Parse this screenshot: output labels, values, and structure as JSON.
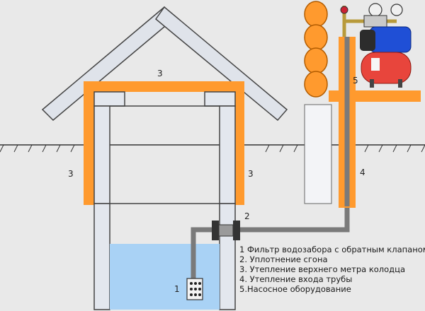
{
  "callouts": {
    "roof_insulation": "3",
    "left_insulation": "3",
    "right_insulation": "3",
    "pipe_seal": "2",
    "filter": "1",
    "pipe_insulation": "4",
    "pump_equipment": "5"
  },
  "legend": [
    "1 Фильтр водозабора с обратным клапаном",
    "2. Уплотнение сгона",
    "3. Утепление верхнего метра колодца",
    "4. Утепление входа трубы",
    "5.Насосное оборудование"
  ],
  "colors": {
    "background": "#e9e9e9",
    "insulation": "#ff9a2e",
    "concrete": "#e3e7ee",
    "outline": "#444444",
    "roof": "#dfe3ea",
    "water": "#a9d2f5",
    "pipe": "#7a7a7a",
    "log": "#ff9a2e",
    "pump_tank": "#e8453c",
    "pump_motor": "#1f4fd6"
  }
}
